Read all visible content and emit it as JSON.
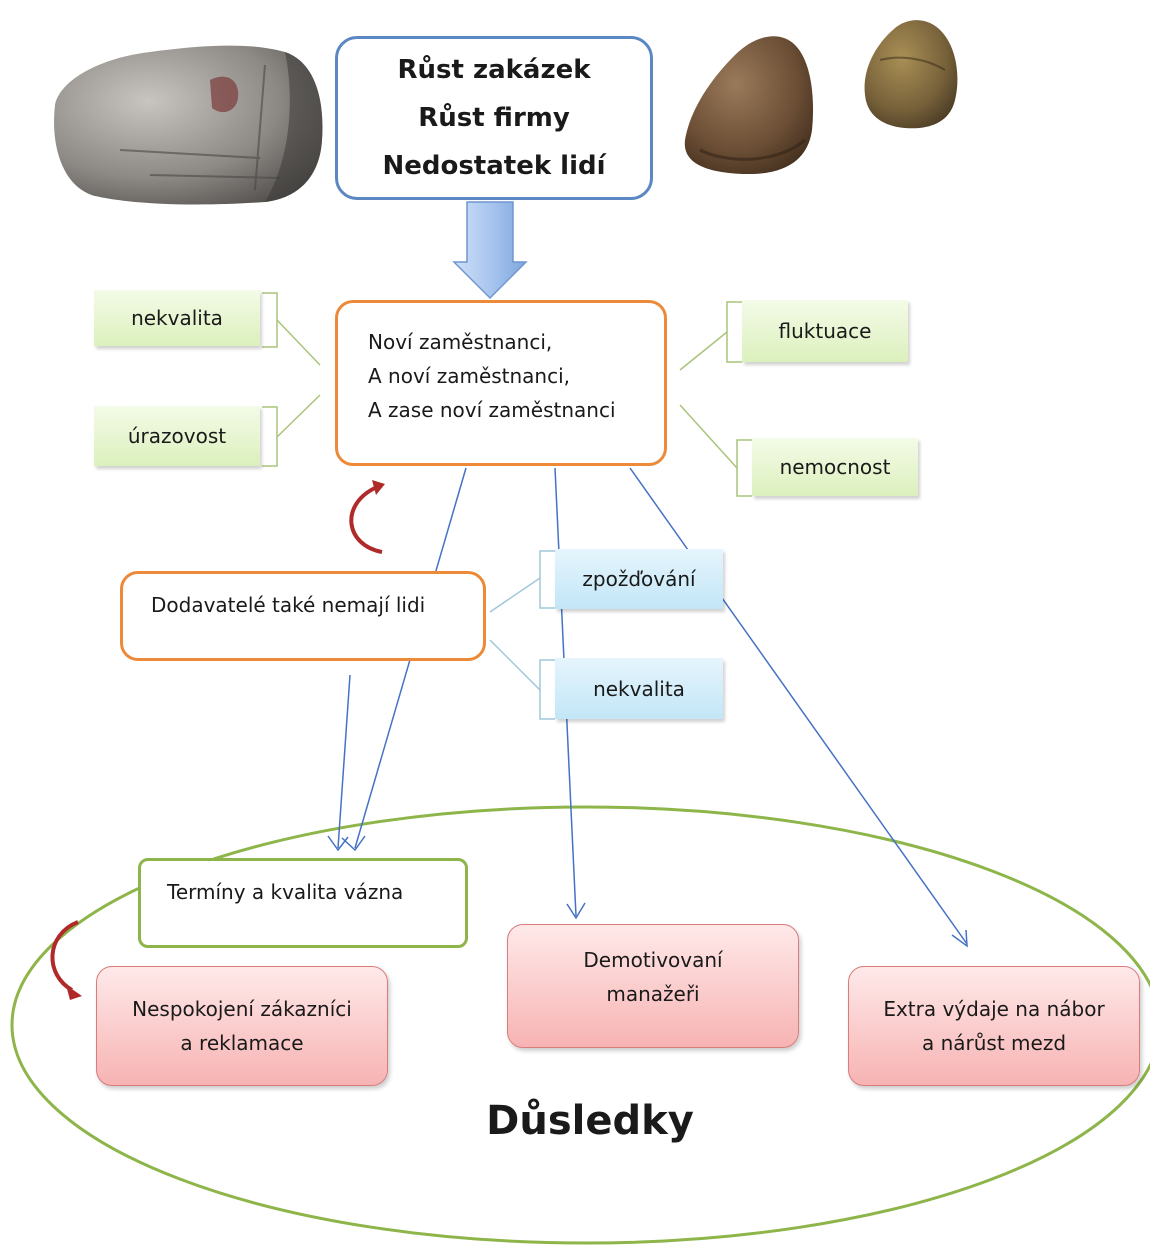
{
  "colors": {
    "top_box_border": "#5b87c2",
    "orange_border": "#ec8a3a",
    "green_border": "#8db54a",
    "ellipse": "#8db54a",
    "connector_blue": "#4472c4",
    "curved_arrow": "#b02a2a"
  },
  "top_box": {
    "lines": [
      "Růst zakázek",
      "Růst firmy",
      "Nedostatek lidí"
    ]
  },
  "center_box": {
    "lines": [
      "Noví zaměstnanci,",
      "A noví zaměstnanci,",
      "A zase noví zaměstnanci"
    ]
  },
  "left_tags": [
    "nekvalita",
    "úrazovost"
  ],
  "right_tags": [
    "fluktuace",
    "nemocnost"
  ],
  "supplier_box": {
    "text": "Dodavatelé také nemají lidi"
  },
  "supplier_tags": [
    "zpožďování",
    "nekvalita"
  ],
  "consequence_top": {
    "text": "Termíny a kvalita vázna"
  },
  "consequences": [
    {
      "lines": [
        "Nespokojení zákazníci",
        "a reklamace"
      ]
    },
    {
      "lines": [
        "Demotivovaní",
        "manažeři"
      ]
    },
    {
      "lines": [
        "Extra výdaje na nábor",
        "a nárůst mezd"
      ]
    }
  ],
  "caption": "Důsledky",
  "images": [
    "large-gray-rock",
    "brown-rock",
    "small-brown-rock"
  ]
}
